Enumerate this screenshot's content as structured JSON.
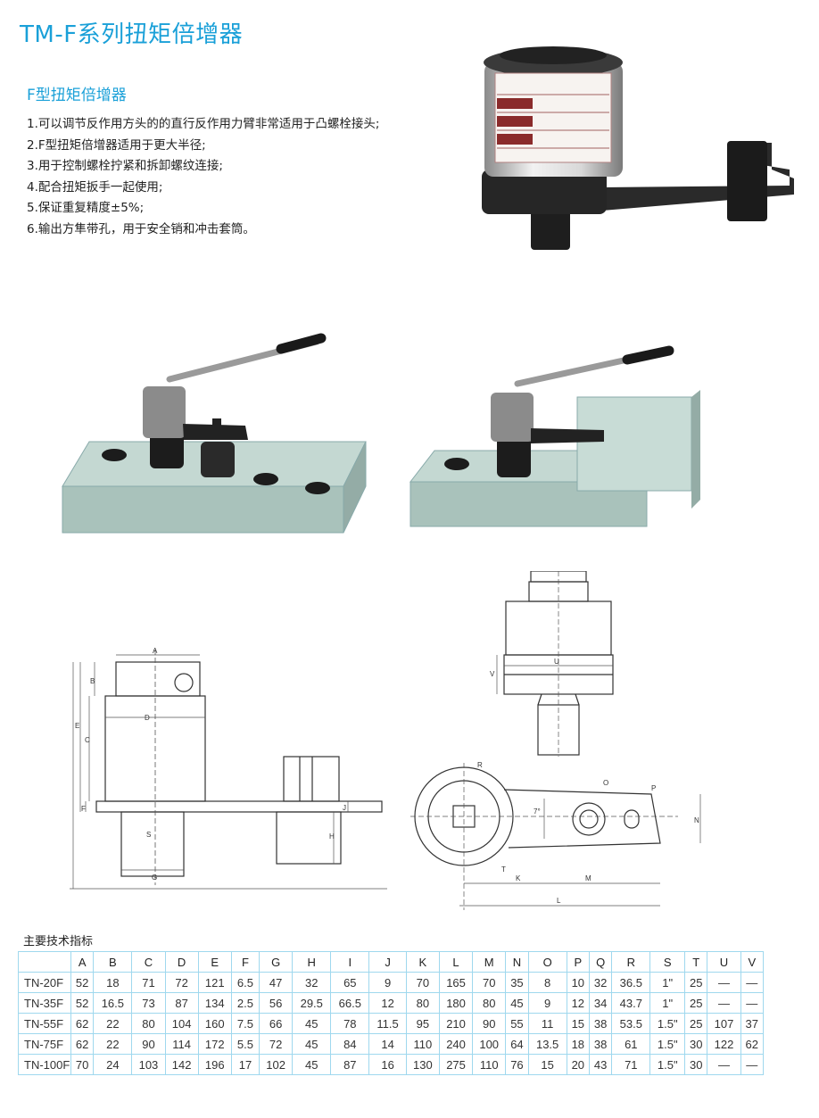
{
  "title": "TM-F系列扭矩倍增器",
  "subtitle": "F型扭矩倍增器",
  "features": [
    "1.可以调节反作用方头的的直行反作用力臂非常适用于凸螺栓接头;",
    "2.F型扭矩倍增器适用于更大半径;",
    "3.用于控制螺栓拧紧和拆卸螺纹连接;",
    "4.配合扭矩扳手一起使用;",
    "5.保证重复精度±5%;",
    "6.输出方隼带孔，用于安全销和冲击套筒。"
  ],
  "drawing_labels": {
    "A": "A",
    "B": "B",
    "C": "C",
    "D": "D",
    "E": "E",
    "F": "F",
    "G": "G",
    "H": "H",
    "J": "J",
    "S": "S",
    "U": "U",
    "V": "V",
    "K": "K",
    "M": "M",
    "L": "L",
    "N": "N",
    "O": "O",
    "P": "P",
    "R": "R",
    "T": "T",
    "Q": "7°"
  },
  "spec_title": "主要技术指标",
  "table": {
    "headers": [
      "A",
      "B",
      "C",
      "D",
      "E",
      "F",
      "G",
      "H",
      "I",
      "J",
      "K",
      "L",
      "M",
      "N",
      "O",
      "P",
      "Q",
      "R",
      "S",
      "T",
      "U",
      "V"
    ],
    "rows": [
      {
        "model": "TN-20F",
        "values": [
          "52",
          "18",
          "71",
          "72",
          "121",
          "6.5",
          "47",
          "32",
          "65",
          "9",
          "70",
          "165",
          "70",
          "35",
          "8",
          "10",
          "32",
          "36.5",
          "1\"",
          "25",
          "—",
          "—"
        ]
      },
      {
        "model": "TN-35F",
        "values": [
          "52",
          "16.5",
          "73",
          "87",
          "134",
          "2.5",
          "56",
          "29.5",
          "66.5",
          "12",
          "80",
          "180",
          "80",
          "45",
          "9",
          "12",
          "34",
          "43.7",
          "1\"",
          "25",
          "—",
          "—"
        ]
      },
      {
        "model": "TN-55F",
        "values": [
          "62",
          "22",
          "80",
          "104",
          "160",
          "7.5",
          "66",
          "45",
          "78",
          "11.5",
          "95",
          "210",
          "90",
          "55",
          "11",
          "15",
          "38",
          "53.5",
          "1.5\"",
          "25",
          "107",
          "37"
        ]
      },
      {
        "model": "TN-75F",
        "values": [
          "62",
          "22",
          "90",
          "114",
          "172",
          "5.5",
          "72",
          "45",
          "84",
          "14",
          "110",
          "240",
          "100",
          "64",
          "13.5",
          "18",
          "38",
          "61",
          "1.5\"",
          "30",
          "122",
          "62"
        ]
      },
      {
        "model": "TN-100F",
        "values": [
          "70",
          "24",
          "103",
          "142",
          "196",
          "17",
          "102",
          "45",
          "87",
          "16",
          "130",
          "275",
          "110",
          "76",
          "15",
          "20",
          "43",
          "71",
          "1.5\"",
          "30",
          "—",
          "—"
        ]
      }
    ]
  }
}
